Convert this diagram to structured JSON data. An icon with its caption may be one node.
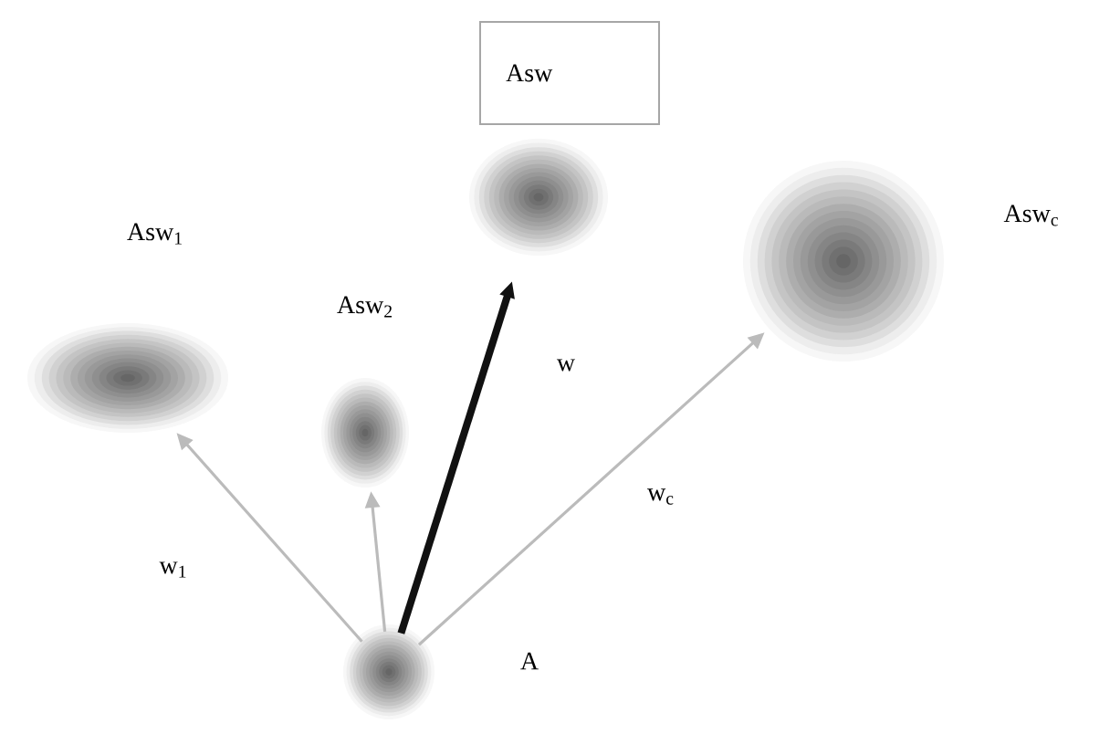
{
  "diagram": {
    "nodes": [
      {
        "text": [
          "Asw"
        ]
      },
      {
        "text": [],
        "shape": "circle",
        "beside": [
          "Asw$_{1}$"
        ]
      },
      {
        "text": [],
        "shape": "circle",
        "beside": [
          "Asw$_{2}$"
        ]
      },
      {
        "text": [],
        "shape": "circle"
      },
      {
        "text": [],
        "shape": "circle",
        "beside": [
          "Asw$_{c}$"
        ]
      },
      {
        "text": [],
        "shape": "circle",
        "beside": [
          "A"
        ]
      }
    ],
    "edges": [
      {
        "from": 5,
        "to": 1,
        "arrow": "to",
        "label": "w$_{1}$"
      },
      {
        "from": 5,
        "to": 2,
        "arrow": "to"
      },
      {
        "from": 5,
        "to": 3,
        "arrow": "to",
        "label": "w",
        "style": "thick",
        "color": "#111111"
      },
      {
        "from": 5,
        "to": 4,
        "arrow": "to",
        "label": "w$_{c}$"
      }
    ]
  }
}
